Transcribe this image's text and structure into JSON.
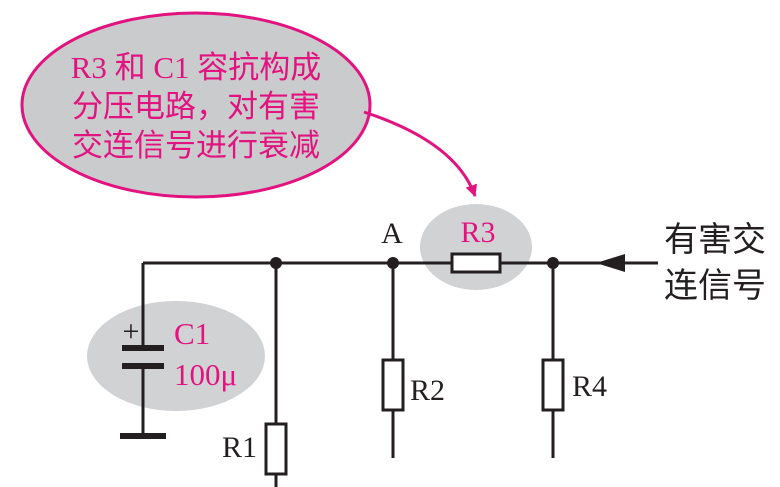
{
  "callout": {
    "lines": [
      "R3 和 C1 容抗构成",
      "分压电路，对有害",
      "交连信号进行衰减"
    ]
  },
  "labels": {
    "node_a": "A",
    "r3": "R3",
    "c1_name": "C1",
    "c1_value": "100μ",
    "c1_plus": "+",
    "r1": "R1",
    "r2": "R2",
    "r4": "R4",
    "signal_line1": "有害交",
    "signal_line2": "连信号"
  },
  "colors": {
    "accent": "#e2137f",
    "callout_fill": "#cacbcd",
    "highlight_fill": "#d1d2d4",
    "line": "#231f20"
  }
}
